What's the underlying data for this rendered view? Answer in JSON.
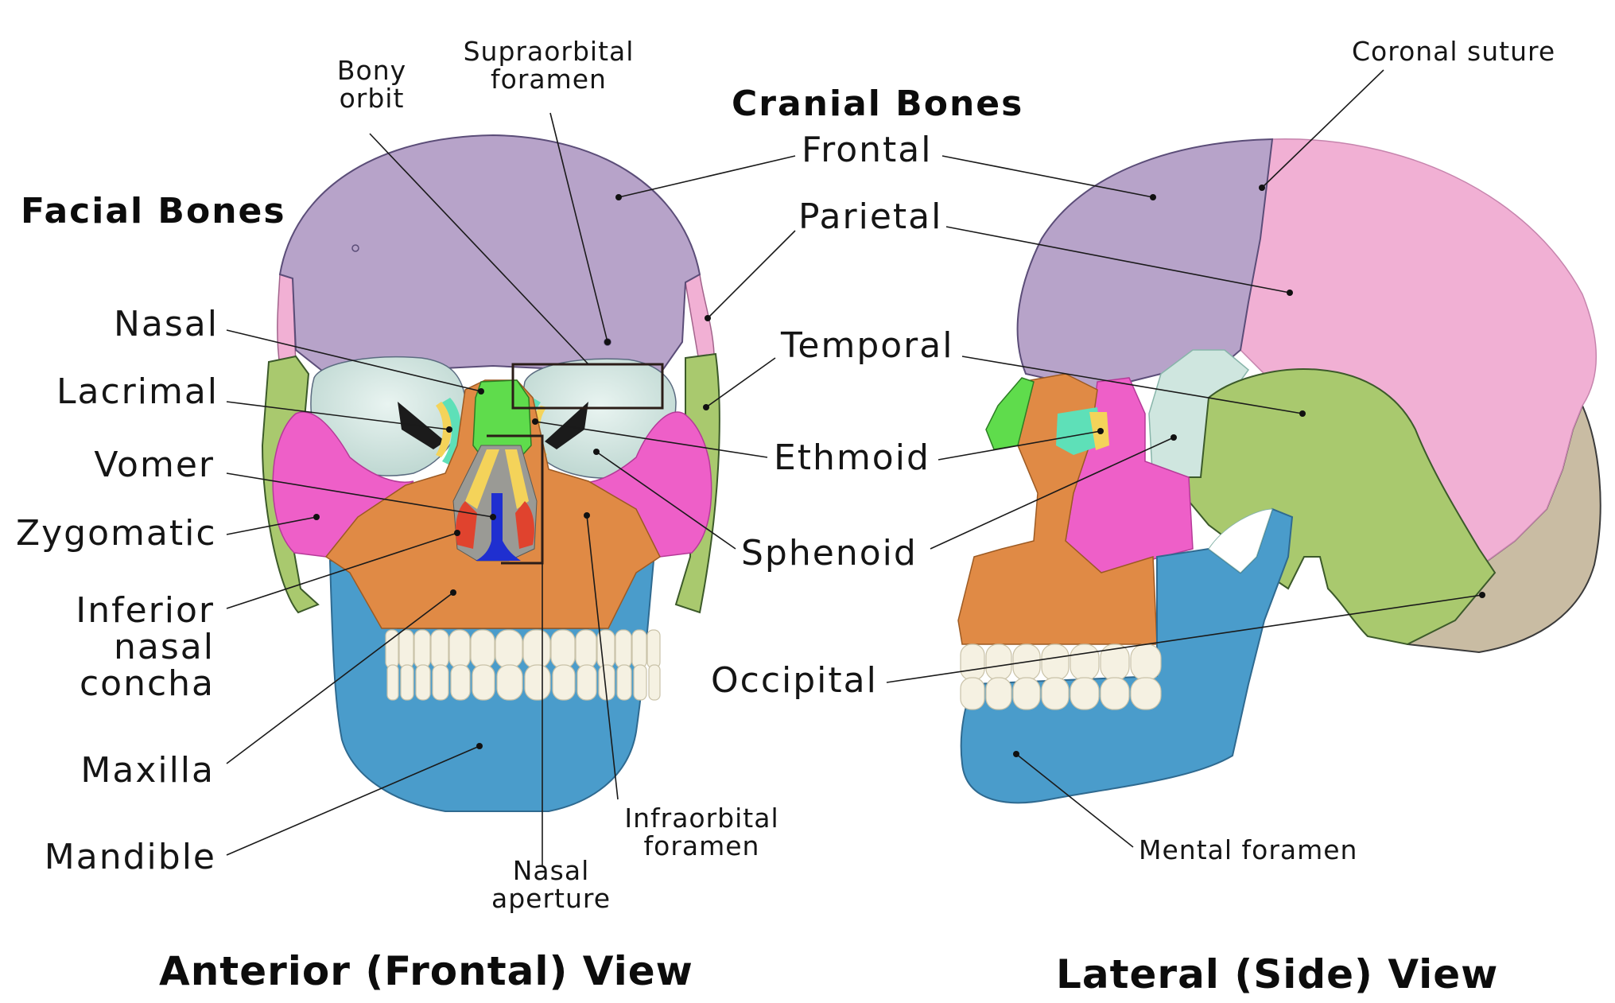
{
  "headings": {
    "facial_bones": "Facial Bones",
    "cranial_bones": "Cranial Bones"
  },
  "titles": {
    "anterior_view": "Anterior (Frontal) View",
    "lateral_view": "Lateral (Side) View"
  },
  "facial_labels": {
    "nasal": "Nasal",
    "lacrimal": "Lacrimal",
    "vomer": "Vomer",
    "zygomatic": "Zygomatic",
    "inferior_nasal_concha": [
      "Inferior",
      "nasal",
      "concha"
    ],
    "maxilla": "Maxilla",
    "mandible": "Mandible"
  },
  "cranial_labels": {
    "frontal": "Frontal",
    "parietal": "Parietal",
    "temporal": "Temporal",
    "ethmoid": "Ethmoid",
    "sphenoid": "Sphenoid",
    "occipital": "Occipital"
  },
  "feature_labels": {
    "bony_orbit": [
      "Bony",
      "orbit"
    ],
    "supraorbital_foramen": [
      "Supraorbital",
      "foramen"
    ],
    "infraorbital_foramen": [
      "Infraorbital",
      "foramen"
    ],
    "nasal_aperture": [
      "Nasal",
      "aperture"
    ],
    "coronal_suture": "Coronal suture",
    "mental_foramen": "Mental foramen"
  },
  "bone_colors": {
    "frontal": "#b7a3c9",
    "parietal": "#f1b0d4",
    "temporal": "#a9c96e",
    "occipital": "#c9bca3",
    "sphenoid": "#cfe6df",
    "ethmoid": "#5ee0b8",
    "zygomatic": "#ee5fc8",
    "maxilla": "#e08a45",
    "mandible": "#4a9ccb",
    "nasal": "#5fdc4c",
    "lacrimal": "#f4d35a",
    "vomer": "#1f2fd0",
    "inferior_nasal_concha": "#e0432e",
    "teeth": "#f5f1e2"
  }
}
